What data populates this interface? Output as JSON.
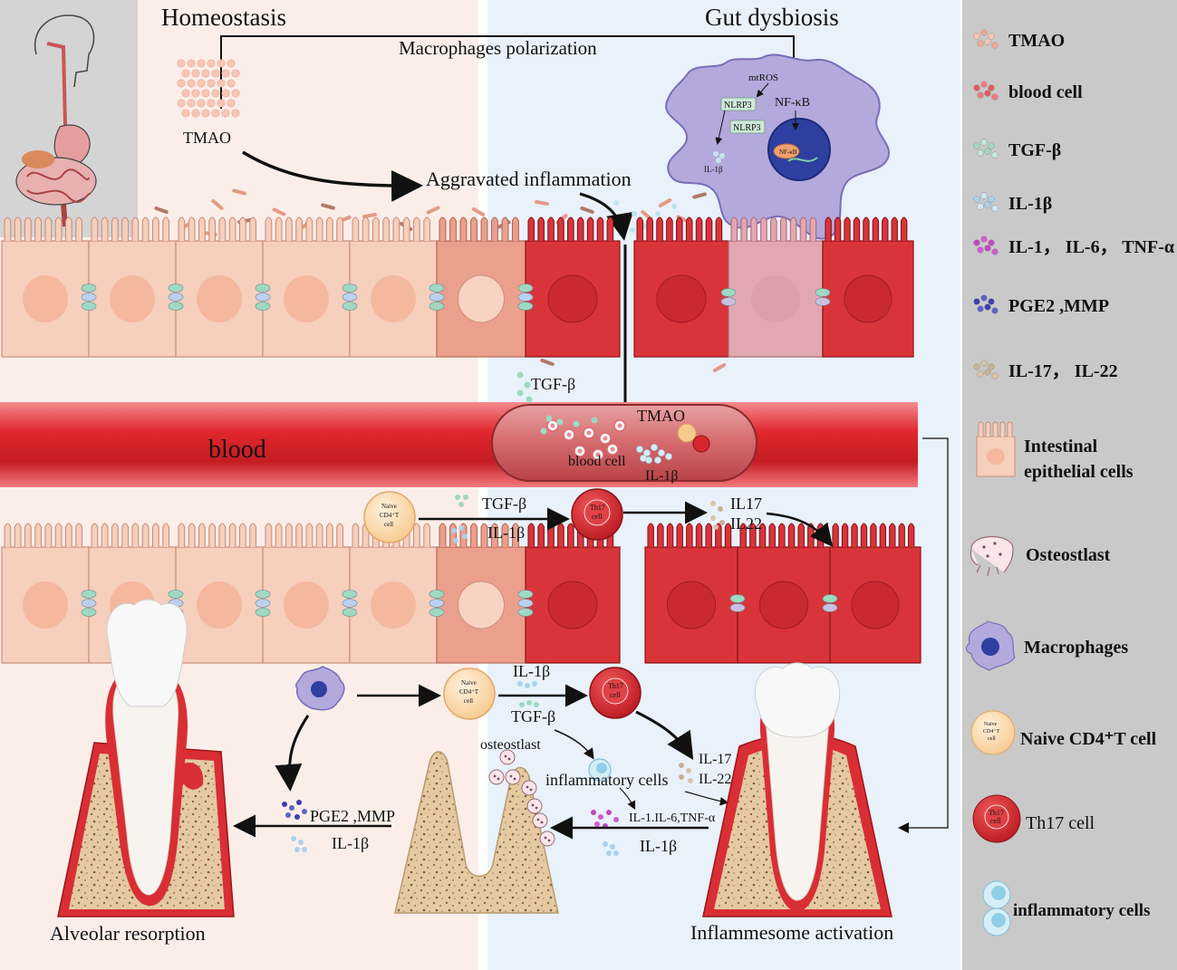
{
  "titles": {
    "homeostasis": "Homeostasis",
    "gut_dysbiosis": "Gut dysbiosis",
    "macrophage_polarization": "Macrophages polarization",
    "aggravated_inflammation": "Aggravated inflammation"
  },
  "top_labels": {
    "tmao": "TMAO",
    "mtros": "mtROS",
    "nfkb": "NF-κB",
    "nlrp3_a": "NLRP3",
    "nlrp3_b": "NLRP3",
    "nfkb_nucleus": "NF-κB",
    "il1b_small": "IL-1β"
  },
  "blood": {
    "label": "blood",
    "tgfb": "TGF-β",
    "tmao": "TMAO",
    "blood_cell": "blood cell",
    "il1b": "IL-1β"
  },
  "th17_path": {
    "naive": [
      "Naive",
      "CD4⁺T",
      "cell"
    ],
    "th17": [
      "Th17",
      "cell"
    ],
    "tgfb": "TGF-β",
    "il1b": "IL-1β",
    "il17": "IL17",
    "il22": "IL22"
  },
  "bottom_labels": {
    "il1b_top": "IL-1β",
    "tgfb": "TGF-β",
    "osteoclast": "osteostlast",
    "inflammatory_cells": "inflammatory cells",
    "il17": "IL-17",
    "il22": "IL-22",
    "pge2_mmp": "PGE2 ,MMP",
    "il1b_left": "IL-1β",
    "cytokines": "IL-1.IL-6,TNF-α",
    "il1b_right": "IL-1β",
    "alveolar_resorption": "Alveolar resorption",
    "inflammasome_activation": "Inflammesome activation"
  },
  "legend": [
    {
      "label": "TMAO",
      "icon": "tmao-dots"
    },
    {
      "label": "blood cell",
      "icon": "blood-cell-dots"
    },
    {
      "label": "TGF-β",
      "icon": "tgfb-dots"
    },
    {
      "label": "IL-1β",
      "icon": "il1b-dots"
    },
    {
      "label": "IL-1， IL-6， TNF-α",
      "icon": "cytokine-dots"
    },
    {
      "label": "PGE2 ,MMP",
      "icon": "pge2-dots"
    },
    {
      "label": "IL-17， IL-22",
      "icon": "il17-dots"
    },
    {
      "label": "Intestinal",
      "label2": "epithelial cells",
      "icon": "epithelial-cell"
    },
    {
      "label": "Osteostlast",
      "icon": "osteoclast"
    },
    {
      "label": "Macrophages",
      "icon": "macrophage"
    },
    {
      "label": "Naive CD4⁺T cell",
      "icon": "naive-cd4-cell"
    },
    {
      "label": "Th17 cell",
      "icon": "th17-cell"
    },
    {
      "label": "inflammatory cells",
      "icon": "inflammatory-cell"
    }
  ],
  "colors": {
    "left_bg": "#fbeee9",
    "right_bg": "#e9f1fb",
    "legend_bg": "#c9c9c9",
    "healthy_cell": "#f6cfbd",
    "inflamed_cell": "#d9343a",
    "blood": "#d9262c",
    "macrophage": "#b3a9dc",
    "bone": "#e3c9a0"
  }
}
